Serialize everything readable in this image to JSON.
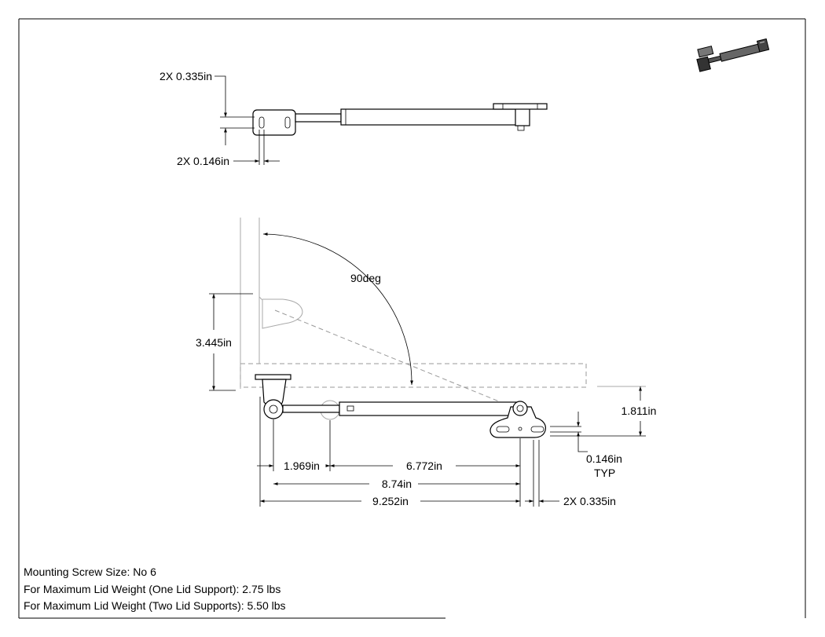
{
  "top_view": {
    "hole_spacing_label": "2X 0.335in",
    "hole_diameter_label": "2X 0.146in"
  },
  "side_view": {
    "angle_label": "90deg",
    "height_label": "3.445in",
    "offset_label": "1.811in",
    "hole_diameter_label": "0.146in",
    "hole_diameter_suffix": "TYP",
    "dim_a_label": "1.969in",
    "dim_b_label": "6.772in",
    "dim_c_label": "8.74in",
    "dim_d_label": "9.252in",
    "hole_spacing_label": "2X 0.335in"
  },
  "notes": {
    "line1": "Mounting Screw Size: No 6",
    "line2": "For Maximum Lid Weight (One Lid Support): 2.75 lbs",
    "line3": "For Maximum Lid Weight (Two Lid Supports): 5.50 lbs"
  }
}
